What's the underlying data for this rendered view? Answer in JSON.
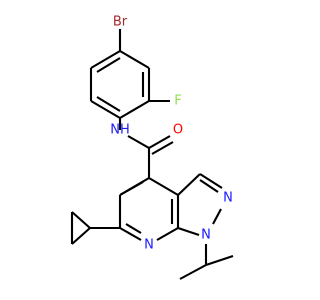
{
  "colors": {
    "bond": "#000000",
    "carbon": "#000000",
    "nitrogen": "#1a1aff",
    "oxygen": "#ff0000",
    "fluorine": "#90e050",
    "bromine": "#a52a2a"
  },
  "atoms": [
    {
      "id": "br",
      "label": "Br",
      "element": "bromine"
    },
    {
      "id": "f",
      "label": "F",
      "element": "fluorine"
    },
    {
      "id": "nh",
      "label": "NH",
      "element": "nitrogen"
    },
    {
      "id": "o",
      "label": "O",
      "element": "oxygen"
    },
    {
      "id": "n1",
      "label": "N",
      "element": "nitrogen"
    },
    {
      "id": "n7",
      "label": "N",
      "element": "nitrogen"
    },
    {
      "id": "n2",
      "label": "N",
      "element": "nitrogen"
    }
  ]
}
